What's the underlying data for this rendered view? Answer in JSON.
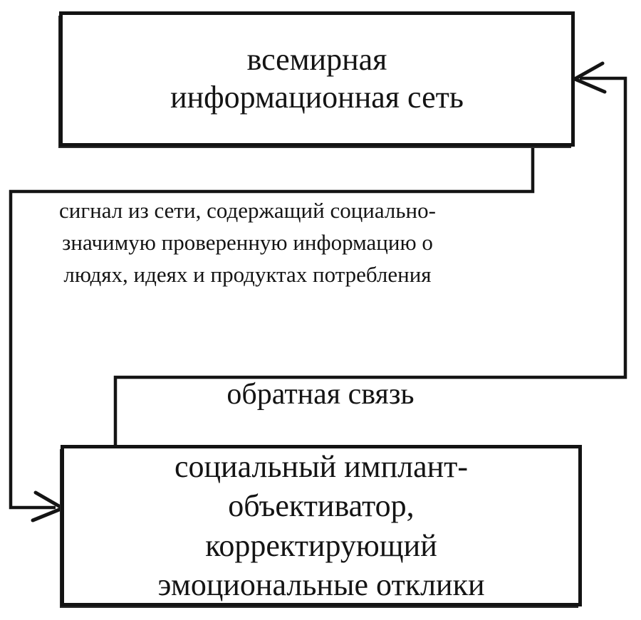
{
  "colors": {
    "background": "#ffffff",
    "line": "#141414",
    "text": "#141414"
  },
  "diagram": {
    "top_box": {
      "line1": "всемирная",
      "line2": "информационная сеть"
    },
    "signal_text": {
      "line1": "сигнал из сети, содержащий социально-",
      "line2": "значимую проверенную информацию о",
      "line3": "людях, идеях и продуктах потребления"
    },
    "feedback_label": "обратная связь",
    "bottom_box": {
      "line1": "социальный имплант-",
      "line2": "объективатор,",
      "line3": "корректирующий",
      "line4": "эмоциональные отклики"
    }
  }
}
